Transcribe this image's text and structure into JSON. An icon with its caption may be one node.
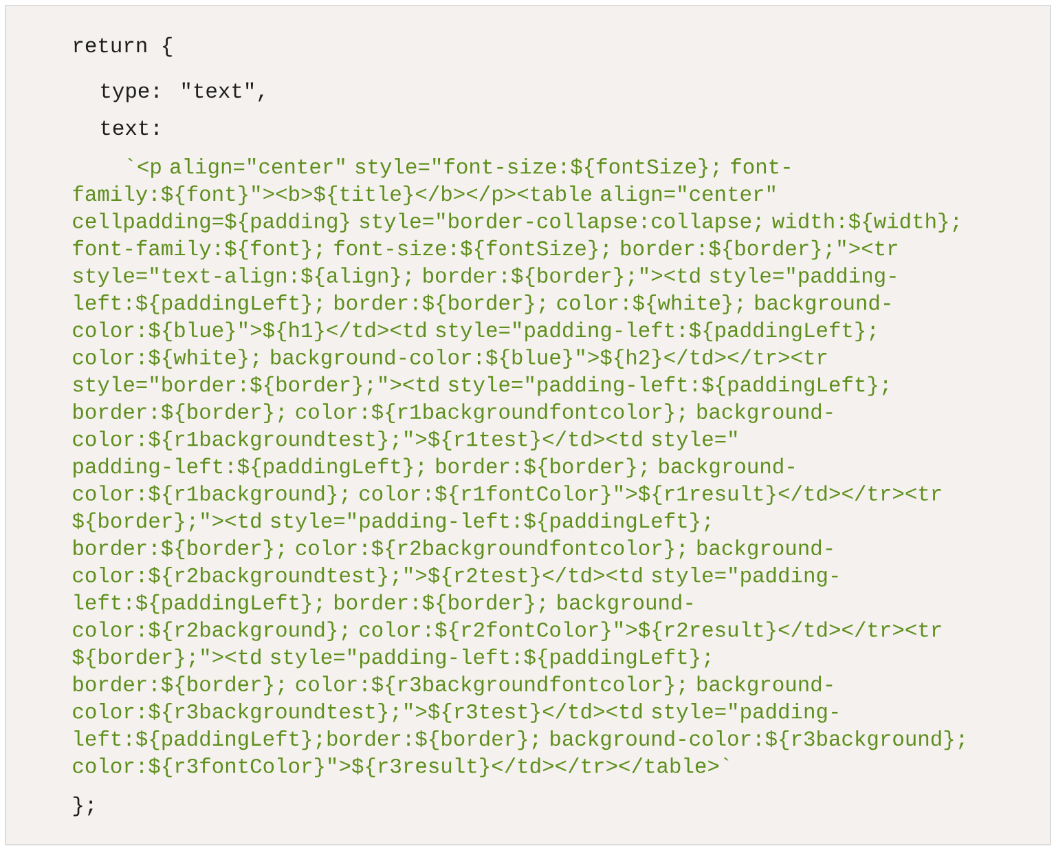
{
  "diagram": {
    "labels": [
      "return {",
      "type: \"text\",",
      "text:",
      "`<p align=\"center\" style=\"font-size:${fontSize}; font-family:${font}\"><b>${title}</b></p><table align=\"center\" cellpadding=${padding} style=\"border-collapse:collapse; width:${width}; font-family:${font}; font-size:${fontSize}; border:${border};\"><tr style=\"text-align:${align}; border:${border};\"><td style=\"padding-left:${paddingLeft}; border:${border}; color:${white}; background-color:${blue}\">${h1}</td><td style=\"padding-left:${paddingLeft}; color:${white}; background-color:${blue}\">${h2}</td></tr><tr style=\"border:${border};\"><td style=\"padding-left:${paddingLeft}; border:${border}; color:${r1backgroundfontcolor}; background-color:${r1backgroundtest};\">${r1test}</td><td style=\" padding-left:${paddingLeft}; border:${border}; background-color:${r1background}; color:${r1fontColor}\">${r1result}</td></tr><tr ${border};\"><td style=\"padding-left:${paddingLeft}; border:${border}; color:${r2backgroundfontcolor}; background-color:${r2backgroundtest};\">${r2test}</td><td style=\"padding-left:${paddingLeft}; border:${border}; background-color:${r2background}; color:${r2fontColor}\">${r2result}</td></tr><tr ${border};\"><td style=\"padding-left:${paddingLeft}; border:${border}; color:${r3backgroundfontcolor}; background-color:${r3backgroundtest};\">${r3test}</td><td style=\"padding-left:${paddingLeft};border:${border}; background-color:${r3background}; color:${r3fontColor}\">${r3result}</td></tr></table>`",
      "};"
    ]
  }
}
